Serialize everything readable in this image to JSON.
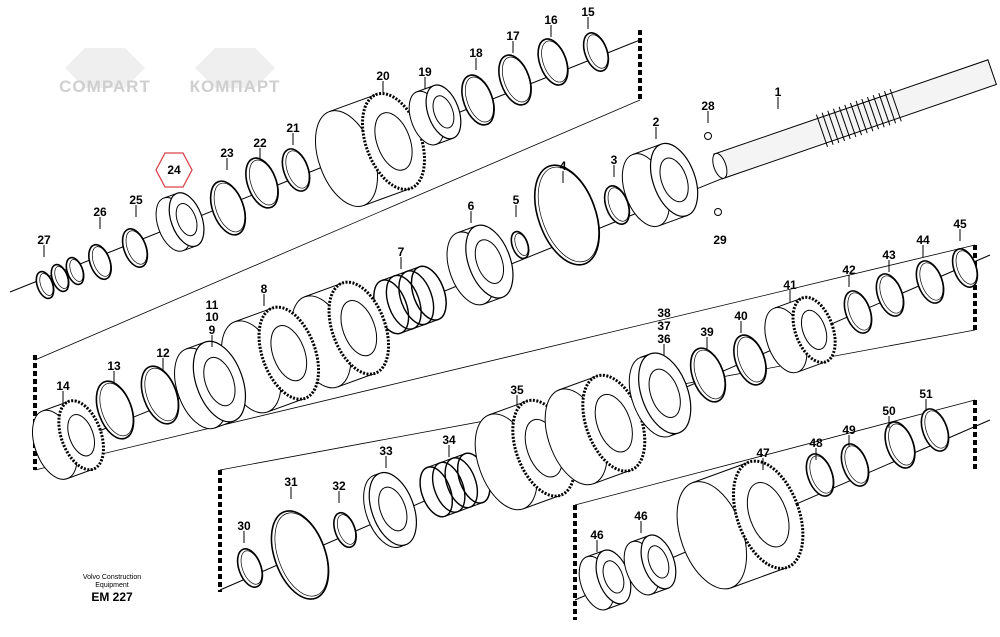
{
  "watermark": {
    "latin": "COMPART",
    "cyrillic": "КОМПАРТ"
  },
  "caption": {
    "line1": "Volvo Construction",
    "line2": "Equipment",
    "code": "EM 227"
  },
  "highlight": {
    "part": "24",
    "color": "#d9434a"
  },
  "callouts": [
    "1",
    "2",
    "3",
    "4",
    "5",
    "6",
    "7",
    "8",
    "9",
    "10",
    "11",
    "12",
    "13",
    "14",
    "15",
    "16",
    "17",
    "18",
    "19",
    "20",
    "21",
    "22",
    "23",
    "24",
    "25",
    "26",
    "27",
    "28",
    "29",
    "30",
    "31",
    "32",
    "33",
    "34",
    "35",
    "36",
    "37",
    "38",
    "39",
    "40",
    "41",
    "42",
    "43",
    "44",
    "45",
    "46",
    "46",
    "47",
    "48",
    "49",
    "50",
    "51"
  ]
}
